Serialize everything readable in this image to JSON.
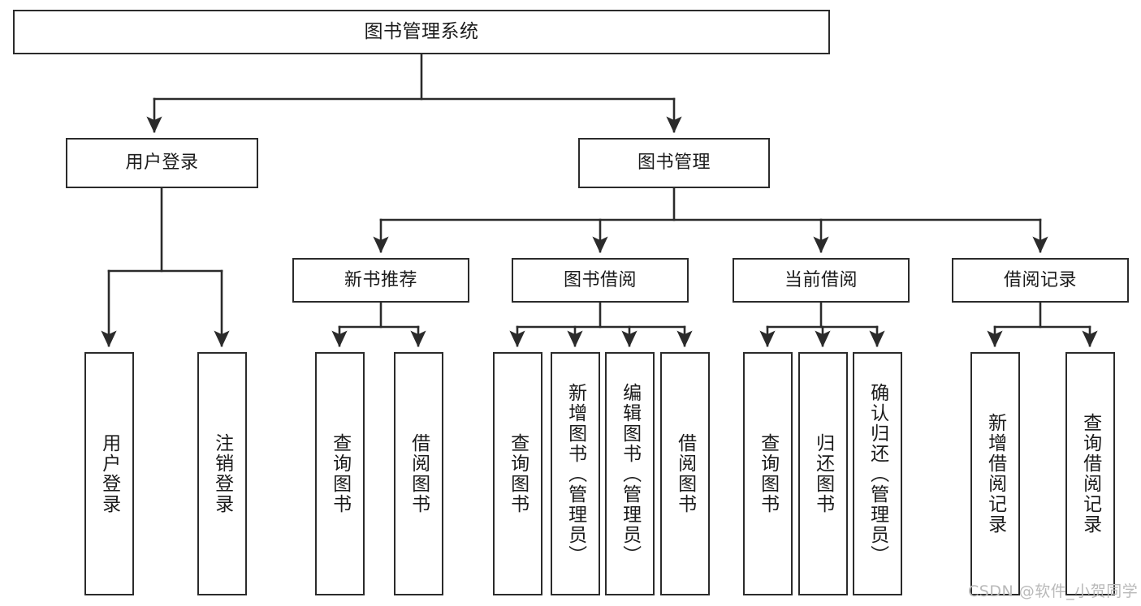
{
  "diagram": {
    "type": "tree",
    "title": "图书管理系统",
    "watermark": "CSDN @软件_小贺同学",
    "colors": {
      "stroke": "#2b2b2b",
      "fill": "#ffffff",
      "text": "#1b1b1b",
      "watermark": "#b9b9b9"
    },
    "nodes": {
      "root": {
        "label": "图书管理系统"
      },
      "level2": [
        {
          "id": "user-login",
          "label": "用户登录"
        },
        {
          "id": "book-manage",
          "label": "图书管理"
        }
      ],
      "level3": [
        {
          "id": "new-book-recommend",
          "label": "新书推荐"
        },
        {
          "id": "book-borrow",
          "label": "图书借阅"
        },
        {
          "id": "current-borrow",
          "label": "当前借阅"
        },
        {
          "id": "borrow-record",
          "label": "借阅记录"
        }
      ],
      "leaves": {
        "user-login": [
          {
            "id": "leaf-user-login",
            "label": "用户登录"
          },
          {
            "id": "leaf-logout-login",
            "label": "注销登录"
          }
        ],
        "new-book-recommend": [
          {
            "id": "leaf-query-book-1",
            "label": "查询图书"
          },
          {
            "id": "leaf-borrow-book-1",
            "label": "借阅图书"
          }
        ],
        "book-borrow": [
          {
            "id": "leaf-query-book-2",
            "label": "查询图书"
          },
          {
            "id": "leaf-add-book",
            "label": "新增图书（管理员）"
          },
          {
            "id": "leaf-edit-book",
            "label": "编辑图书（管理员）"
          },
          {
            "id": "leaf-borrow-book-2",
            "label": "借阅图书"
          }
        ],
        "current-borrow": [
          {
            "id": "leaf-query-book-3",
            "label": "查询图书"
          },
          {
            "id": "leaf-return-book",
            "label": "归还图书"
          },
          {
            "id": "leaf-confirm-return",
            "label": "确认归还（管理员）"
          }
        ],
        "borrow-record": [
          {
            "id": "leaf-add-record",
            "label": "新增借阅记录"
          },
          {
            "id": "leaf-query-record",
            "label": "查询借阅记录"
          }
        ]
      }
    }
  }
}
